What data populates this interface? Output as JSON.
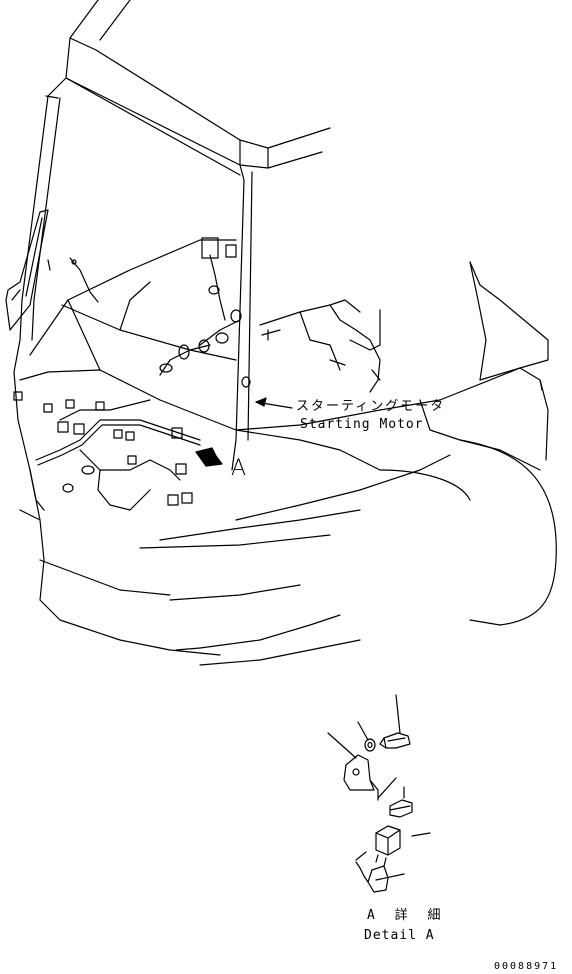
{
  "labels": {
    "starting_motor_jp": "スターティングモータ",
    "starting_motor_en": "Starting Motor",
    "callout": "A",
    "detail_jp": "A 詳 細",
    "detail_en": "Detail A",
    "drawing_number": "00088971"
  },
  "colors": {
    "line": "#000000",
    "background": "#ffffff"
  }
}
